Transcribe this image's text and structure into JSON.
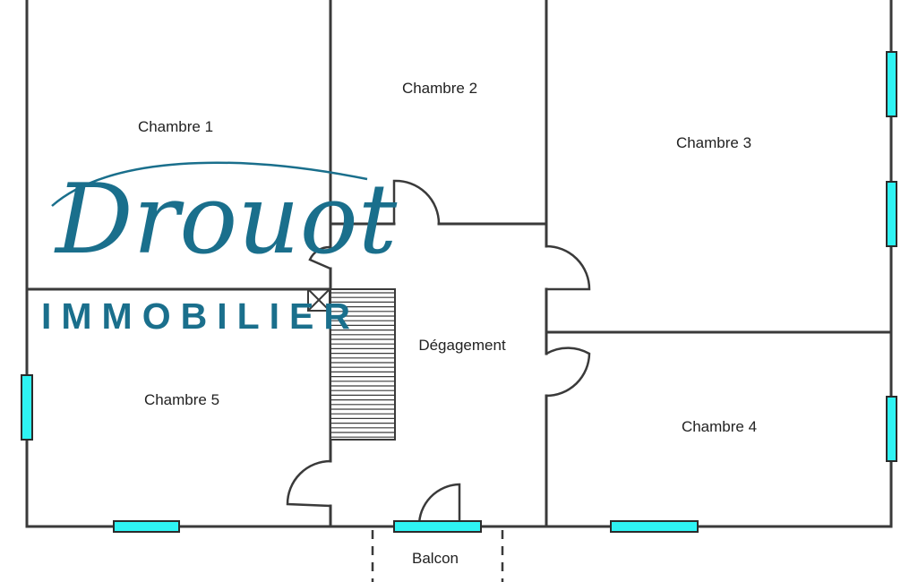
{
  "rooms": {
    "chambre1": "Chambre 1",
    "chambre2": "Chambre 2",
    "chambre3": "Chambre 3",
    "chambre4": "Chambre 4",
    "chambre5": "Chambre 5",
    "degagement": "Dégagement",
    "balcon": "Balcon"
  },
  "logo": {
    "script": "Drouot",
    "word": "IMMOBILIER",
    "color": "#1a6f8c"
  },
  "colors": {
    "wall": "#3a3a3a",
    "window": "#2ef3f3"
  }
}
